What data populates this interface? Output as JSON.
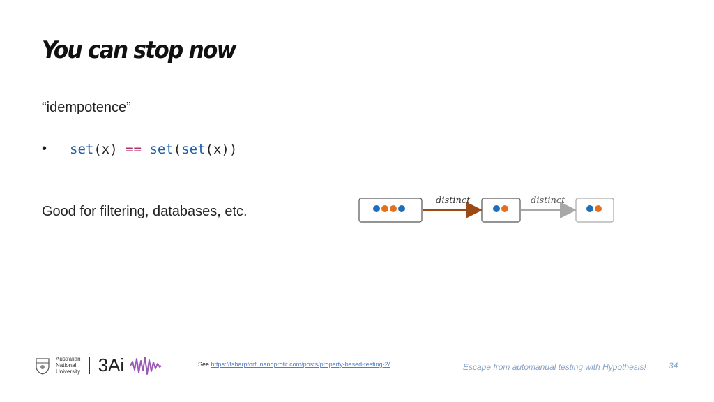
{
  "slide": {
    "title": "You can stop now",
    "subtitle": "“idempotence”",
    "bullet_marker": "•",
    "code": {
      "fn1": "set",
      "arg1": "(x) ",
      "op": "==",
      "fn2": "set",
      "paren_open": "(",
      "fn3": "set",
      "arg2": "(x))"
    },
    "body_text": "Good for filtering, databases, etc."
  },
  "diagram": {
    "label_1": "distinct",
    "label_2": "distinct",
    "colors": {
      "blue": "#1f6fb8",
      "orange": "#e3701e",
      "arrow_brown": "#9a4a14",
      "arrow_gray": "#a8a8a8"
    }
  },
  "footer": {
    "anu_line1": "Australian",
    "anu_line2": "National",
    "anu_line3": "University",
    "brand": "3Ai",
    "see_prefix": "See ",
    "link_text": "https://fsharpforfunandprofit.com/posts/property-based-testing-2/",
    "deck_title": "Escape from automanual testing with Hypothesis!",
    "page_number": "34"
  }
}
